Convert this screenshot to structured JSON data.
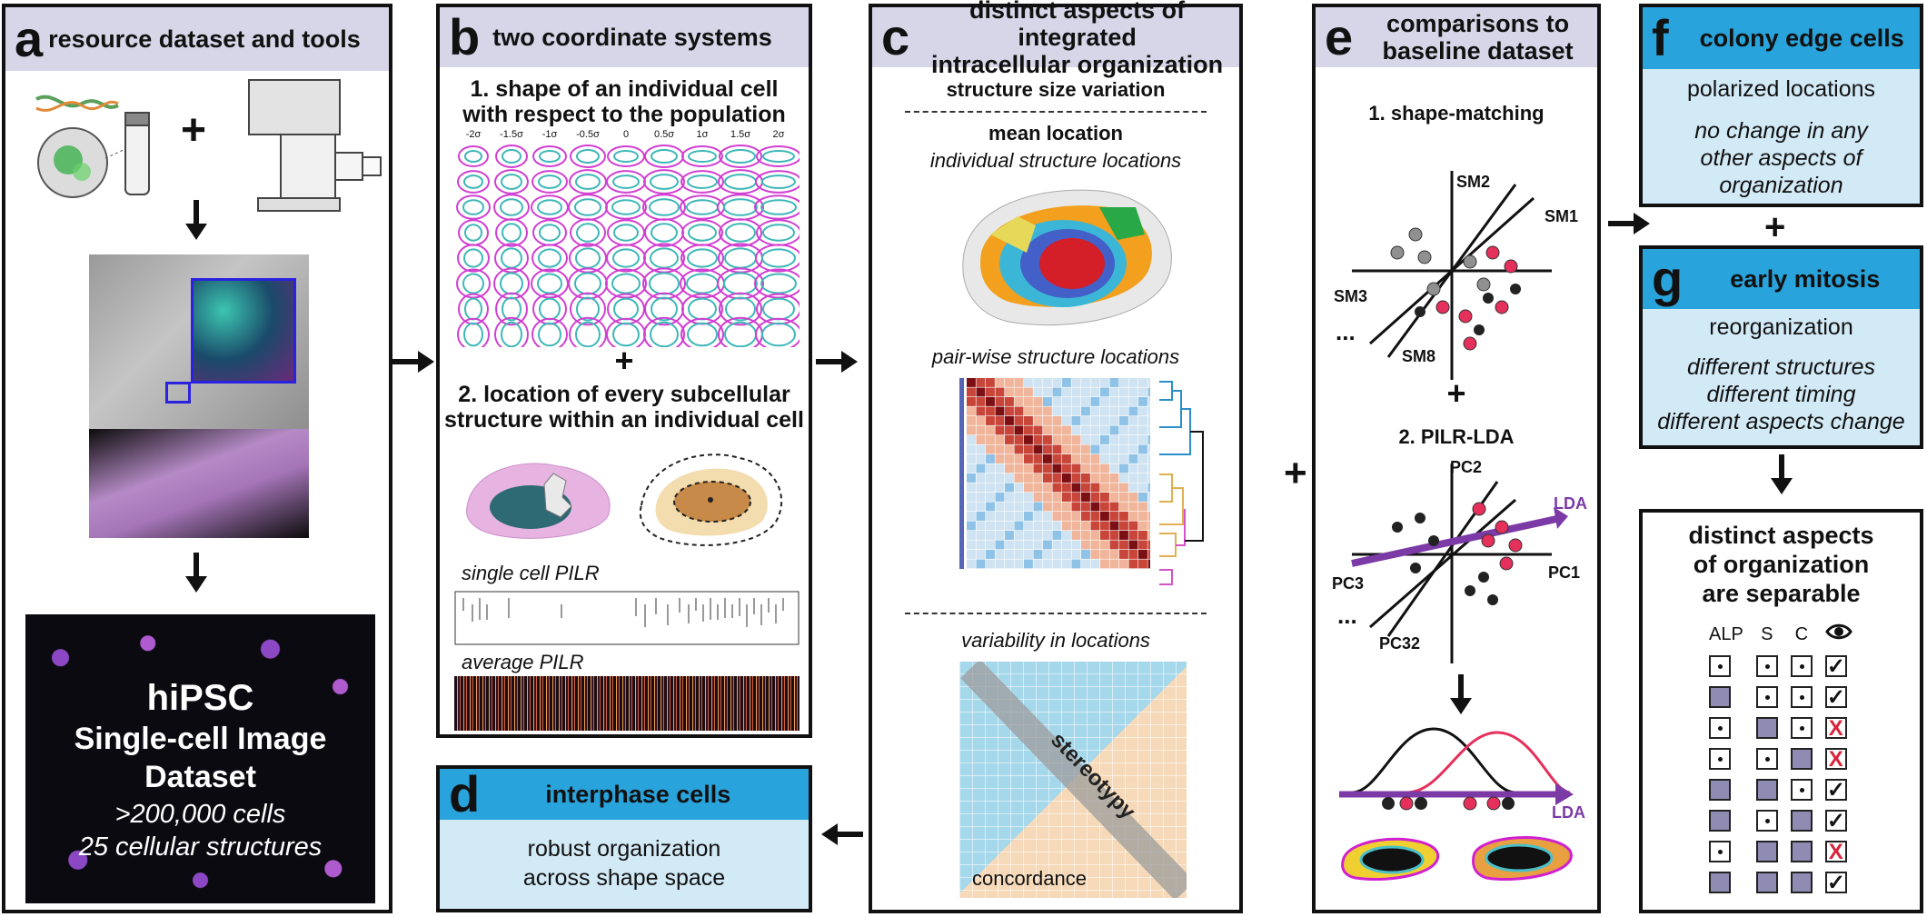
{
  "panel_a": {
    "letter": "a",
    "title": "resource dataset and tools",
    "plus": "+",
    "dataset_line1": "hiPSC",
    "dataset_line2": "Single-cell Image",
    "dataset_line3": "Dataset",
    "cells_count": ">200,000 cells",
    "structures_count": "25 cellular structures"
  },
  "panel_b": {
    "letter": "b",
    "title": "two coordinate systems",
    "heading1_line1": "1. shape of an individual cell",
    "heading1_line2": "with respect to the population",
    "sigma_ticks": [
      "-2σ",
      "-1.5σ",
      "-1σ",
      "-0.5σ",
      "0",
      "0.5σ",
      "1σ",
      "1.5σ",
      "2σ"
    ],
    "plus": "+",
    "heading2_line1": "2. location of every subcellular",
    "heading2_line2": "structure within an individual cell",
    "single_cell_pilr": "single cell PILR",
    "average_pilr": "average PILR"
  },
  "panel_c": {
    "letter": "c",
    "title_line1": "distinct aspects of integrated",
    "title_line2": "intracellular organization",
    "size_variation": "structure size variation",
    "mean_location": "mean location",
    "individual_locations": "individual structure locations",
    "pairwise_locations": "pair-wise structure locations",
    "variability": "variability in locations",
    "stereotypy": "stereotypy",
    "concordance": "concordance"
  },
  "panel_d": {
    "letter": "d",
    "title": "interphase cells",
    "body_line1": "robust organization",
    "body_line2": "across shape space"
  },
  "panel_e": {
    "letter": "e",
    "title_line1": "comparisons to",
    "title_line2": "baseline dataset",
    "heading1": "1. shape-matching",
    "axes1": [
      "SM1",
      "SM2",
      "SM3",
      "SM8"
    ],
    "ellipsis": "...",
    "plus": "+",
    "heading2": "2. PILR-LDA",
    "axes2": [
      "PC1",
      "PC2",
      "PC3",
      "PC32"
    ],
    "lda": "LDA"
  },
  "panel_f": {
    "letter": "f",
    "title": "colony edge cells",
    "line1": "polarized locations",
    "line2": "no change in any",
    "line3": "other aspects of",
    "line4": "organization"
  },
  "plus_fg": "+",
  "panel_g": {
    "letter": "g",
    "title": "early mitosis",
    "line1": "reorganization",
    "line2": "different structures",
    "line3": "different timing",
    "line4": "different aspects change"
  },
  "panel_summary": {
    "title_line1": "distinct aspects",
    "title_line2": "of organization",
    "title_line3": "are separable",
    "columns": [
      "ALP",
      "S",
      "C"
    ],
    "eye_icon": "eye-icon",
    "rows": [
      {
        "alp": "dot",
        "s": "dot",
        "c": "dot",
        "result": "✓"
      },
      {
        "alp": "fill",
        "s": "dot",
        "c": "dot",
        "result": "✓"
      },
      {
        "alp": "dot",
        "s": "fill",
        "c": "dot",
        "result": "X"
      },
      {
        "alp": "dot",
        "s": "dot",
        "c": "fill",
        "result": "X"
      },
      {
        "alp": "fill",
        "s": "fill",
        "c": "dot",
        "result": "✓"
      },
      {
        "alp": "fill",
        "s": "dot",
        "c": "fill",
        "result": "✓"
      },
      {
        "alp": "dot",
        "s": "fill",
        "c": "fill",
        "result": "X"
      },
      {
        "alp": "fill",
        "s": "fill",
        "c": "fill",
        "result": "✓"
      }
    ]
  },
  "plus_ce": "+",
  "colors": {
    "header_lavender": "#d6d6e8",
    "header_blue": "#29a3db",
    "body_blue": "#d2e9f6",
    "magenta": "#d13fd1",
    "red_point": "#e4305a",
    "purple_lda": "#7b3aa6",
    "fill_square": "#8f8bb2"
  }
}
